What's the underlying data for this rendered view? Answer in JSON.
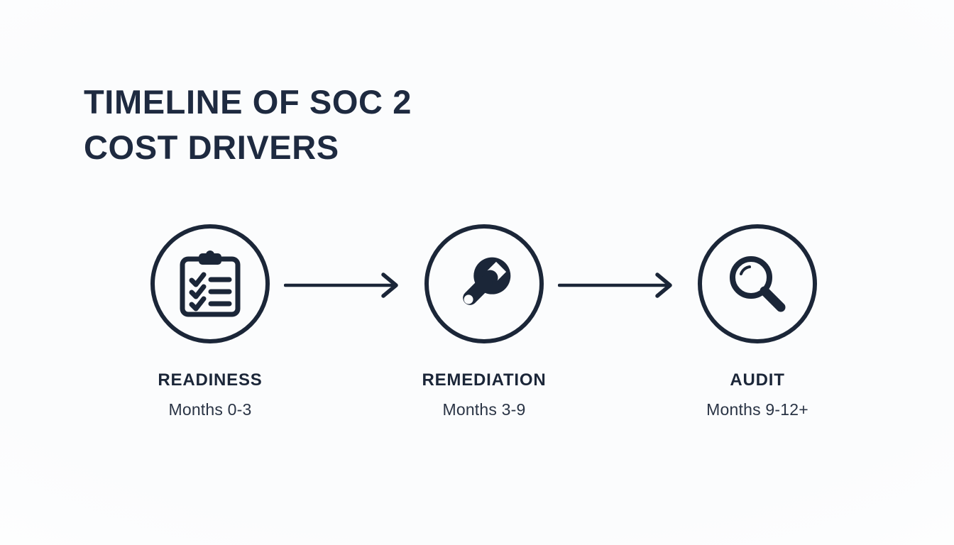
{
  "theme": {
    "background": "#fbfcfd",
    "ink": "#1b2638",
    "title_color": "#1e2a40",
    "sub_color": "#2a3445"
  },
  "title": {
    "line1": "TIMELINE OF SOC 2",
    "line2": "COST DRIVERS"
  },
  "timeline": {
    "steps": [
      {
        "icon": "clipboard-checklist-icon",
        "label": "READINESS",
        "timeframe": "Months 0-3"
      },
      {
        "icon": "wrench-icon",
        "label": "REMEDIATION",
        "timeframe": "Months 3-9"
      },
      {
        "icon": "magnifying-glass-icon",
        "label": "AUDIT",
        "timeframe": "Months 9-12+"
      }
    ],
    "connectors": [
      {
        "name": "arrow-readiness-to-remediation"
      },
      {
        "name": "arrow-remediation-to-audit"
      }
    ]
  }
}
